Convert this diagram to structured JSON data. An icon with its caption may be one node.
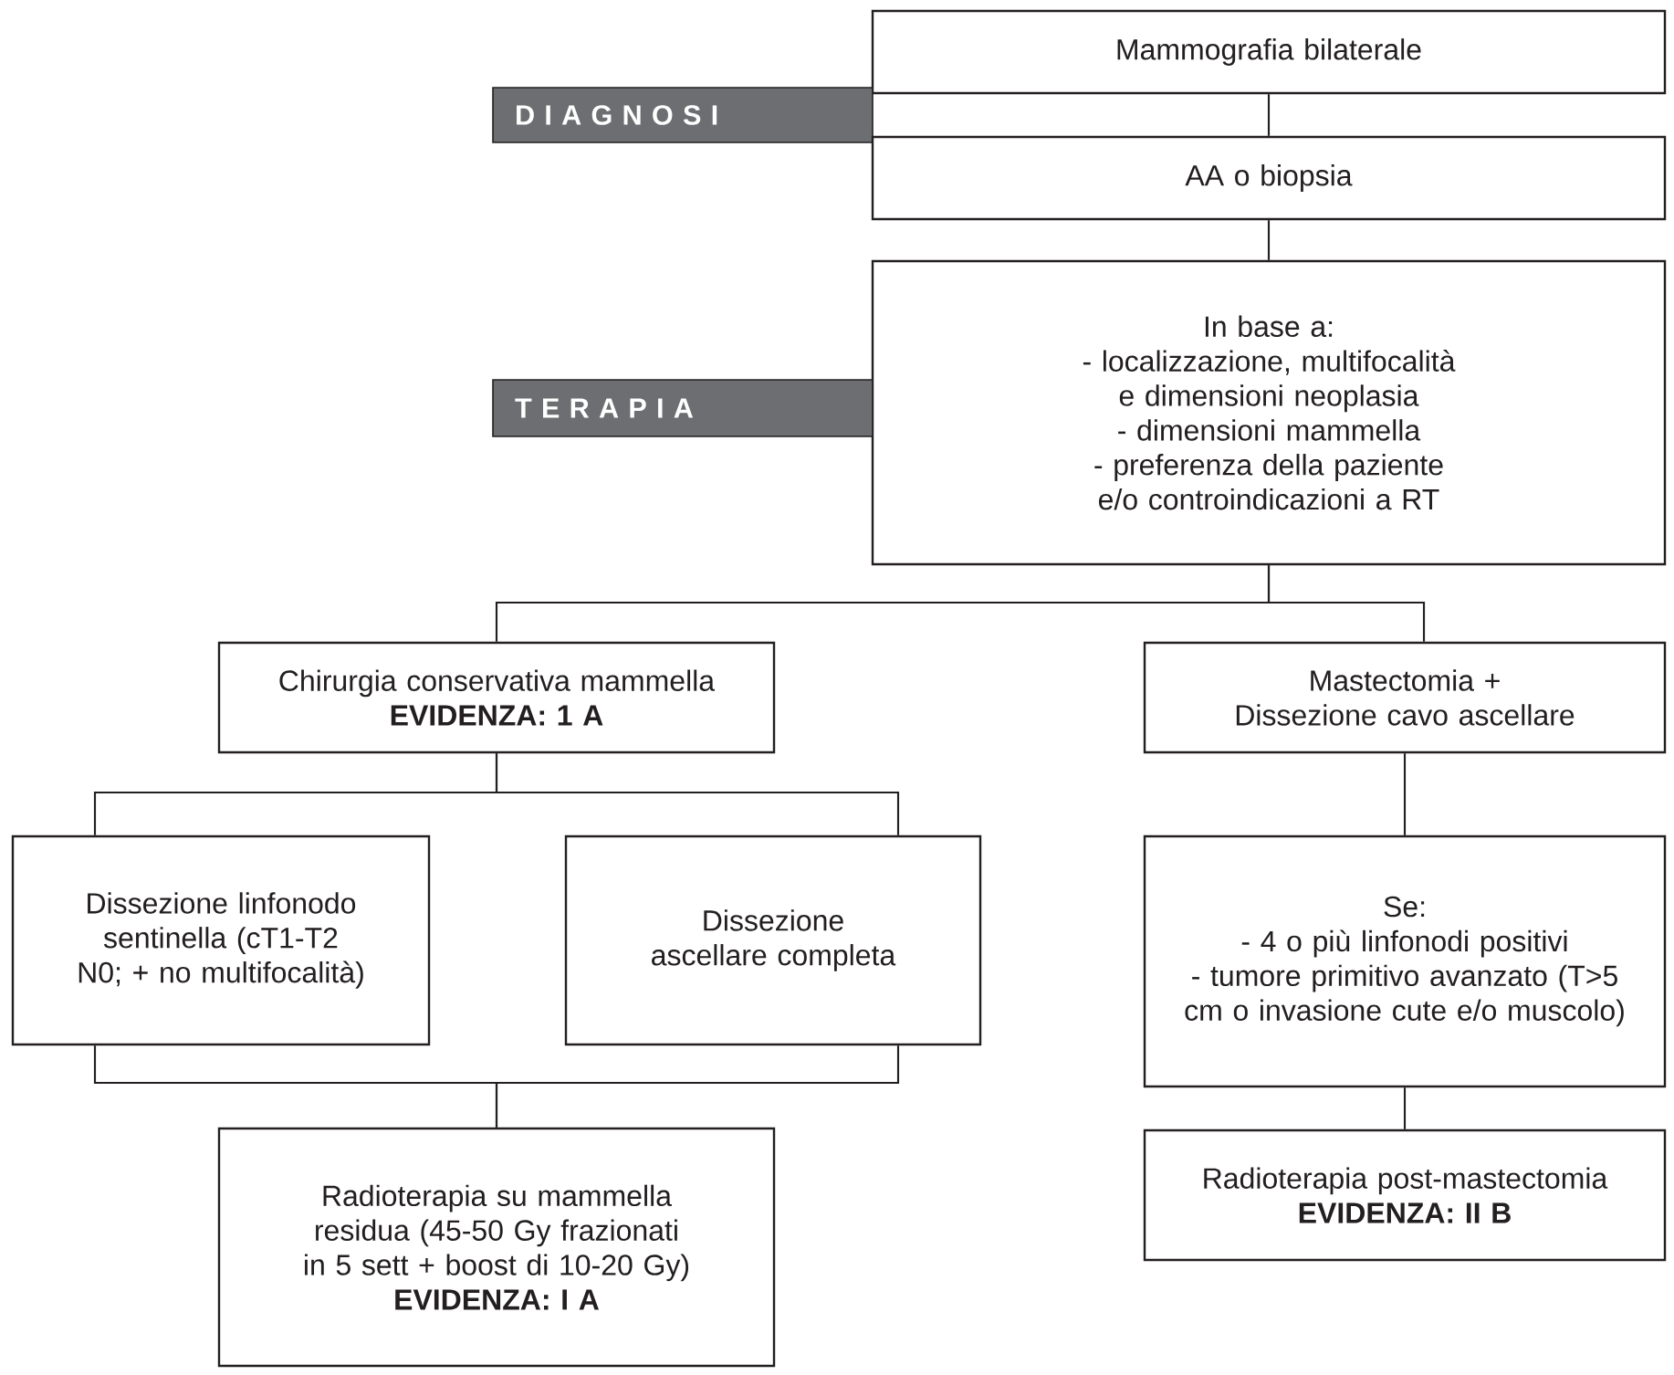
{
  "diagram": {
    "nodes": [
      {
        "text": [
          "Mammografia bilaterale"
        ]
      },
      {
        "text": [
          "D I A G N O S I"
        ]
      },
      {
        "text": [
          "AA o biopsia"
        ]
      },
      {
        "text": [
          "In base a:",
          "- localizzazione, multifocalità e dimensioni neoplasia",
          "- dimensioni mammella",
          "- preferenza della paziente e/o controindicazioni a RT"
        ]
      },
      {
        "text": [
          "T E R A P I A"
        ]
      },
      {
        "text": [
          "Chirurgia conservativa mammella",
          "EVIDENZA: 1 A"
        ]
      },
      {
        "text": [
          "Mastectomia + Dissezione cavo ascellare"
        ]
      },
      {
        "text": [
          "Dissezione linfonodo sentinella (cT1-T2 N0; + no multifocalità)"
        ]
      },
      {
        "text": [
          "Dissezione ascellare completa"
        ]
      },
      {
        "text": [
          "Se:",
          "- 4 o più linfonodi positivi",
          "- tumore primitivo avanzato (T>5 cm o invasione cute e/o muscolo)"
        ]
      },
      {
        "text": [
          "Radioterapia su mammella residua (45-50 Gy frazionati in 5 sett + boost di 10-20 Gy)",
          "EVIDENZA: I A"
        ]
      },
      {
        "text": [
          "Radioterapia post-mastectomia",
          "EVIDENZA: II B"
        ]
      }
    ],
    "edges": [
      {
        "from": 0,
        "to": 2,
        "arrow": "none"
      },
      {
        "from": 2,
        "to": 3,
        "arrow": "none"
      },
      {
        "from": 3,
        "to": 5,
        "arrow": "none"
      },
      {
        "from": 3,
        "to": 6,
        "arrow": "none"
      },
      {
        "from": 5,
        "to": 7,
        "arrow": "none"
      },
      {
        "from": 5,
        "to": 8,
        "arrow": "none"
      },
      {
        "from": 6,
        "to": 9,
        "arrow": "none"
      },
      {
        "from": 7,
        "to": 10,
        "arrow": "none"
      },
      {
        "from": 8,
        "to": 10,
        "arrow": "none"
      },
      {
        "from": 9,
        "to": 11,
        "arrow": "none"
      }
    ]
  }
}
